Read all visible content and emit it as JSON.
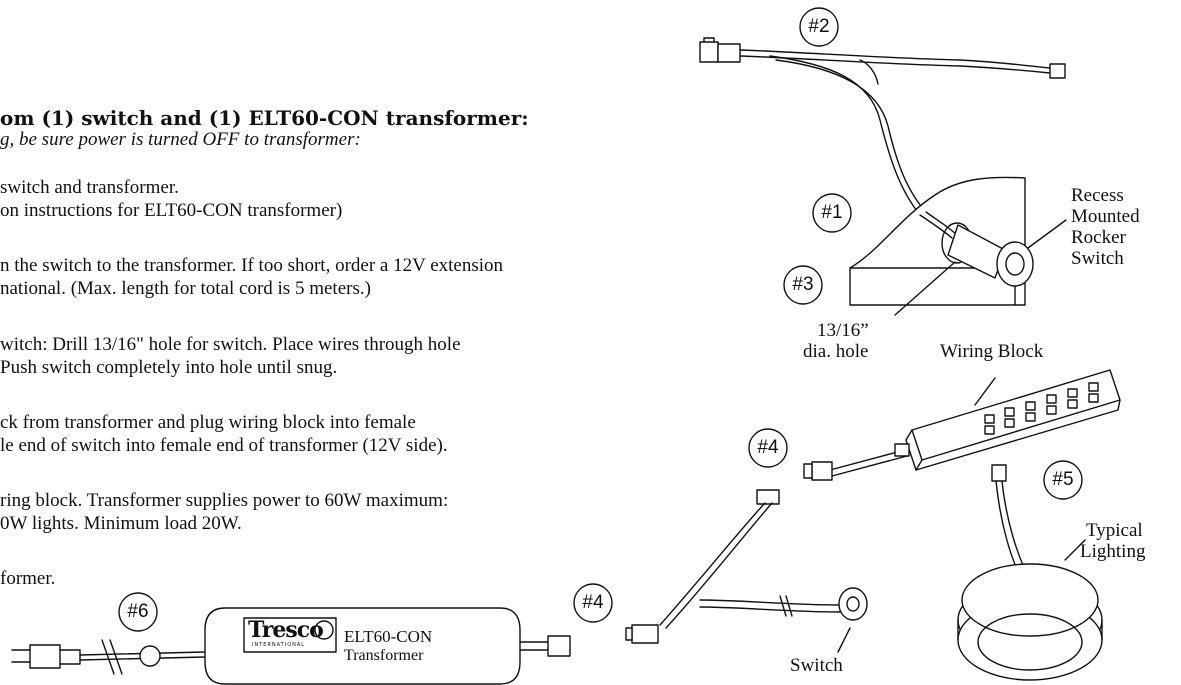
{
  "heading": "om (1) switch and (1) ELT60-CON transformer:",
  "subheading": "g, be sure power is turned OFF to transformer:",
  "steps": [
    "switch and transformer.",
    "on instructions for ELT60-CON transformer)",
    "n the switch to the transformer.  If too short, order a 12V extension",
    "national. (Max. length for total cord is 5 meters.)",
    "witch:  Drill 13/16\" hole for switch.  Place wires through hole",
    "Push switch completely into hole until snug.",
    "ck from transformer and plug wiring block into female",
    "le end of switch into female end of transformer (12V side).",
    "ring block.  Transformer supplies power to 60W maximum:",
    "0W lights.  Minimum load 20W.",
    "former."
  ],
  "callouts": {
    "c2": "#2",
    "c1": "#1",
    "c3": "#3",
    "c4a": "#4",
    "c4b": "#4",
    "c5": "#5",
    "c6": "#6"
  },
  "labels": {
    "rocker": [
      "Recess",
      "Mounted",
      "Rocker",
      "Switch"
    ],
    "hole": [
      "13/16”",
      "dia. hole"
    ],
    "wiring_block": "Wiring Block",
    "lighting": [
      "Typical",
      "Lighting"
    ],
    "switch": "Switch",
    "transformer_model": "ELT60-CON",
    "transformer_word": "Transformer",
    "logo": "Tresco",
    "logo_sub": "INTERNATIONAL"
  }
}
